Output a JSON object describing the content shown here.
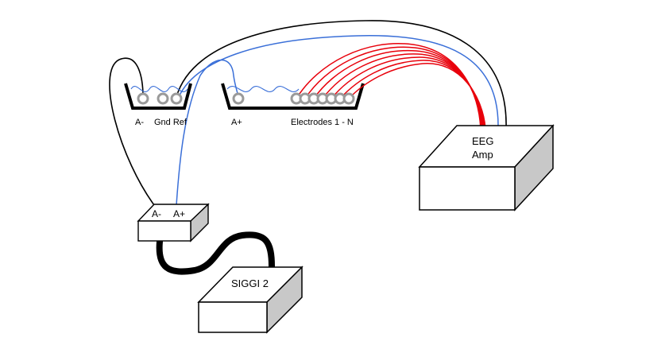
{
  "tray_left": {
    "label_a_minus": "A-",
    "label_gnd_ref": "Gnd Ref"
  },
  "tray_right": {
    "label_a_plus": "A+",
    "label_electrodes": "Electrodes 1 - N"
  },
  "eeg_amp": {
    "line1": "EEG",
    "line2": "Amp"
  },
  "connector_box": {
    "label_a_minus": "A-",
    "label_a_plus": "A+"
  },
  "siggi": {
    "label": "SIGGI 2"
  },
  "colors": {
    "electrode_wires": "#e8000b",
    "reference_wires": "#3a6fd8",
    "outline": "#000000",
    "box_side": "#c8c8c8",
    "electrode_ring": "#9a9a9a"
  }
}
